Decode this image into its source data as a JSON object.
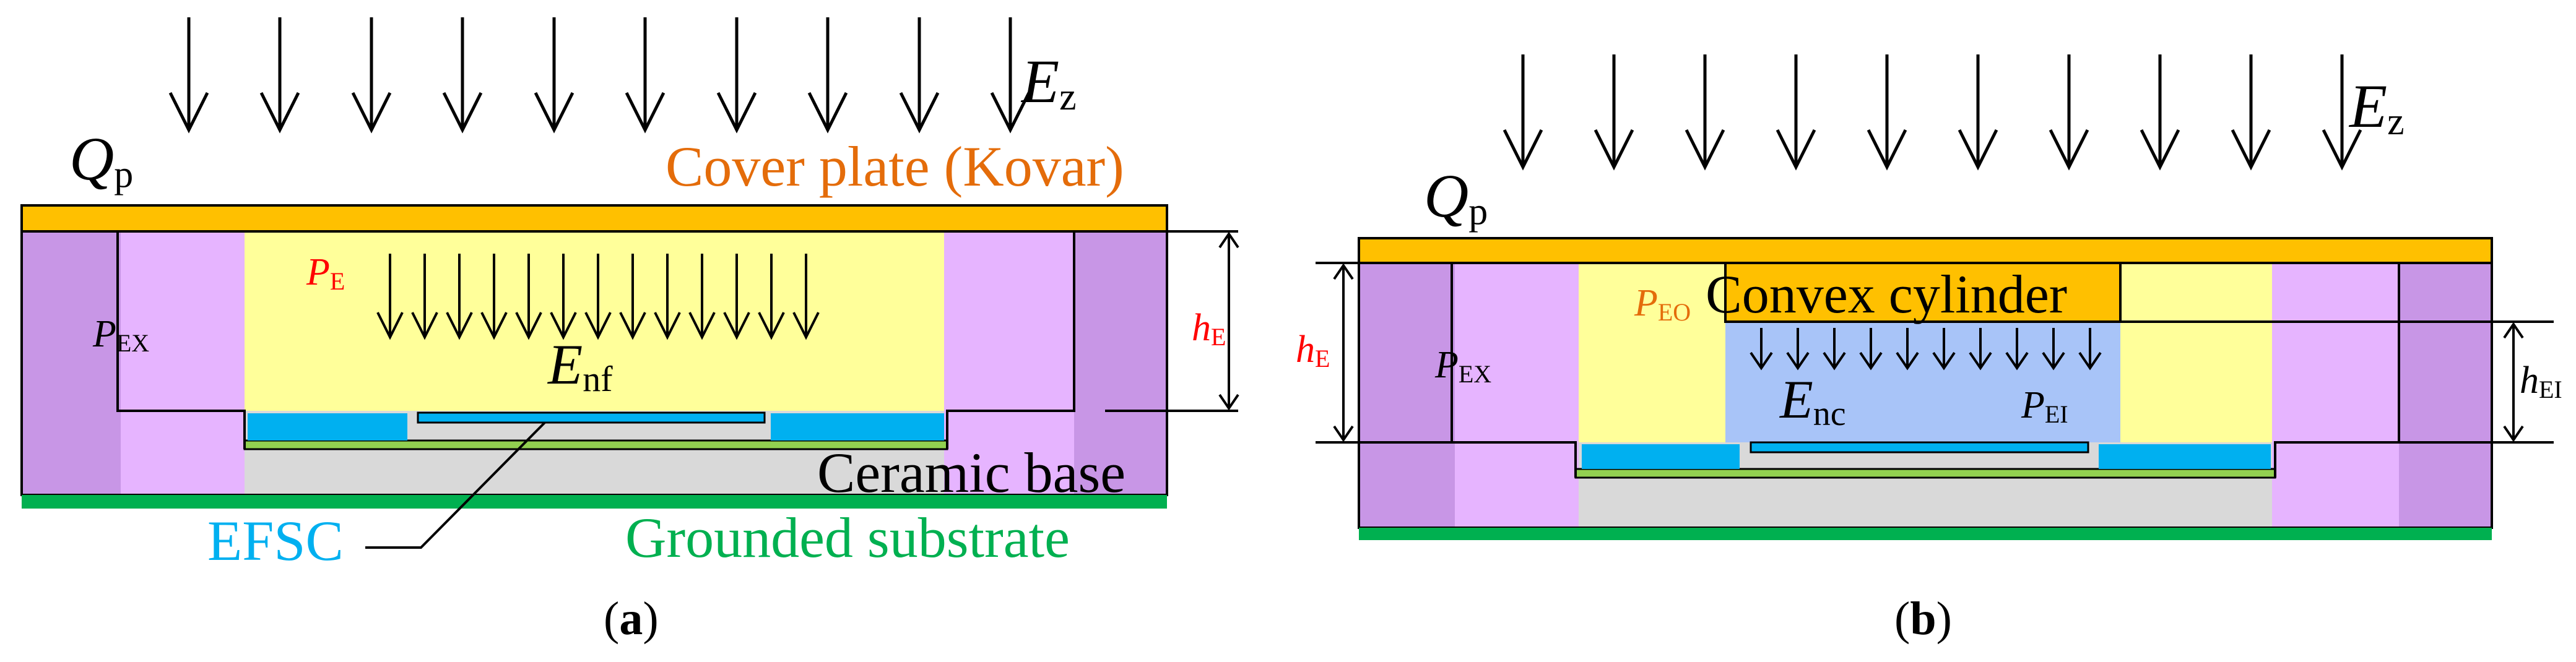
{
  "colors": {
    "cover": "#FFC000",
    "cover_text": "#E46C0A",
    "purple": "#C896E6",
    "lavender": "#E6B4FF",
    "yellow": "#FFFF9A",
    "blue": "#A8C4F8",
    "cyan": "#00B0F0",
    "green_layer": "#92D050",
    "gray": "#D9D9D9",
    "ground": "#00B050",
    "red": "#FF0000",
    "dark_purple": "#5B0E7A",
    "dark_green": "#3C7A1E"
  },
  "panel_a": {
    "q_main": "Q",
    "q_sub": "p",
    "e_main": "E",
    "e_sub": "z",
    "cover_label": "Cover plate (Kovar)",
    "pe_main": "P",
    "pe_sub": "E",
    "pex_main": "P",
    "pex_sub": "EX",
    "enf_main": "E",
    "enf_sub": "nf",
    "he_main": "h",
    "he_sub": "E",
    "ceramic_label": "Ceramic base",
    "efsc_label": "EFSC",
    "ground_label": "Grounded substrate",
    "caption_open": "(",
    "caption_letter": "a",
    "caption_close": ")"
  },
  "panel_b": {
    "q_main": "Q",
    "q_sub": "p",
    "e_main": "E",
    "e_sub": "z",
    "peo_main": "P",
    "peo_sub": "EO",
    "convex_label": "Convex cylinder",
    "pex_main": "P",
    "pex_sub": "EX",
    "enc_main": "E",
    "enc_sub": "nc",
    "pei_main": "P",
    "pei_sub": "EI",
    "he_main": "h",
    "he_sub": "E",
    "hei_main": "h",
    "hei_sub": "EI",
    "caption_open": "(",
    "caption_letter": "b",
    "caption_close": ")"
  }
}
